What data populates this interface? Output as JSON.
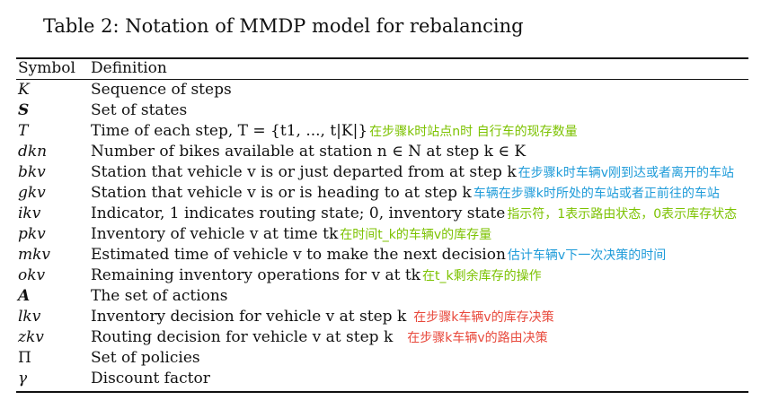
{
  "caption": "Table 2: Notation of MMDP model for rebalancing",
  "header": {
    "symbol": "Symbol",
    "definition": "Definition"
  },
  "colors": {
    "green": "#7cc200",
    "blue": "#1e9bd9",
    "red": "#e8493c",
    "text": "#111111"
  },
  "rows": [
    {
      "symbol": "K",
      "definition": "Sequence of steps"
    },
    {
      "symbol": "S",
      "definition": "Set of states"
    },
    {
      "symbol": "T",
      "definition": "Time of each step, T = {t1, ..., t|K|}",
      "note": "在步骤k时站点n时 自行车的现存数量"
    },
    {
      "symbol": "dkn",
      "definition": "Number of bikes available at station n ∈ N at step k ∈ K"
    },
    {
      "symbol": "bkv",
      "definition": "Station that vehicle v is or just departed from at step k",
      "note": "在步骤k时车辆v刚到达或者离开的车站"
    },
    {
      "symbol": "gkv",
      "definition": "Station that vehicle v is or is heading to at step k",
      "note": "车辆在步骤k时所处的车站或者正前往的车站"
    },
    {
      "symbol": "ikv",
      "definition": "Indicator, 1 indicates routing state; 0, inventory state",
      "note": "指示符，1表示路由状态，0表示库存状态"
    },
    {
      "symbol": "pkv",
      "definition": "Inventory of vehicle v at time tk",
      "note": "在时间t_k的车辆v的库存量"
    },
    {
      "symbol": "mkv",
      "definition": "Estimated time of vehicle v to make the next decision",
      "note": "估计车辆v下一次决策的时间"
    },
    {
      "symbol": "okv",
      "definition": "Remaining inventory operations for v at tk",
      "note": "在t_k剩余库存的操作"
    },
    {
      "symbol": "A",
      "definition": "The set of actions"
    },
    {
      "symbol": "lkv",
      "definition": "Inventory decision for vehicle v at step k",
      "note": "在步骤k车辆v的库存决策"
    },
    {
      "symbol": "zkv",
      "definition": "Routing decision for vehicle v at step k",
      "note": "在步骤k车辆v的路由决策"
    },
    {
      "symbol": "Π",
      "definition": "Set of policies"
    },
    {
      "symbol": "γ",
      "definition": "Discount factor"
    }
  ]
}
